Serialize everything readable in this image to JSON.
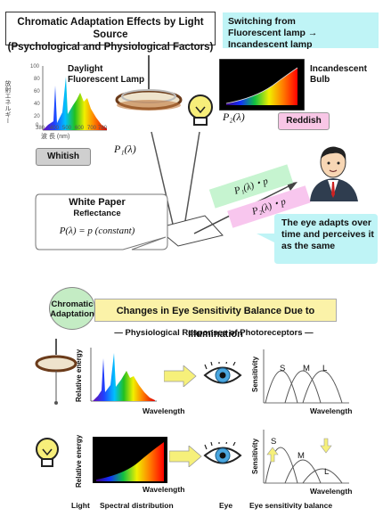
{
  "title": {
    "line1": "Chromatic Adaptation Effects by Light Source",
    "line2": "(Psychological and Physiological Factors)"
  },
  "switching": {
    "line1": "Switching from",
    "line2": "Fluorescent lamp → Incandescent lamp"
  },
  "fluorescent": {
    "label_line1": "Daylight",
    "label_line2": "Fluorescent Lamp",
    "tag": "Whitish",
    "func": "P₁(λ)"
  },
  "spectrum_axis": {
    "y": "放射エネルギー",
    "x": "波 長 (nm)",
    "ticks": [
      "380",
      "400",
      "500",
      "600",
      "700",
      "780"
    ],
    "yticks": [
      "100",
      "80",
      "60",
      "40",
      "20",
      "0"
    ]
  },
  "incandescent": {
    "label": "Incandescent Bulb",
    "tag": "Reddish",
    "func": "P₂(λ)"
  },
  "paper": {
    "title": "White Paper",
    "sub": "Reflectance",
    "formula": "P(λ) = p (constant)"
  },
  "reflected": {
    "r1": "P₁(λ)・p",
    "r2": "P₂(λ)・p"
  },
  "eye_note": {
    "line1": "The eye adapts over",
    "line2": "time and perceives it",
    "line3": "as the same"
  },
  "section": {
    "badge_line1": "Chromatic",
    "badge_line2": "Adaptation",
    "title": "Changes in Eye Sensitivity Balance Due to Illumination",
    "subtitle": "― Physiological Responses of Photoreceptors ―"
  },
  "rows": [
    {
      "ylabel": "Relative energy",
      "xlabel": "Wavelength",
      "sens_label": "Sensitivity",
      "sens_x": "Wavelength",
      "cones": [
        "S",
        "M",
        "L"
      ]
    },
    {
      "ylabel": "Relative energy",
      "xlabel": "Wavelength",
      "sens_label": "Sensitivity",
      "sens_x": "Wavelength",
      "cones": [
        "S",
        "M",
        "L"
      ]
    }
  ],
  "footer": {
    "light": "Light",
    "spectral": "Spectral distribution",
    "eye": "Eye",
    "balance": "Eye sensitivity balance"
  },
  "colors": {
    "switch_bg": "#bff4f6",
    "reddish": "#f8c6e6",
    "whitish": "#cfcfcf",
    "r1_bg": "#c6f4d0",
    "r2_bg": "#f8c6ee",
    "note_bg": "#bff4f6",
    "section_bg": "#fbf2a8",
    "badge_bg": "#c4ecc4",
    "arrow_yellow": "#f6f07a"
  }
}
